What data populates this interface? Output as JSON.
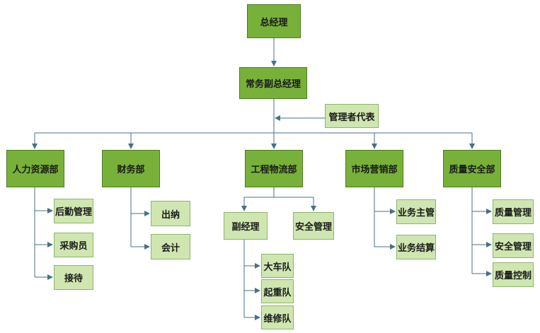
{
  "colors": {
    "dark_box": "#78b13a",
    "light_box": "#cfe6b1",
    "line": "#4a6f86"
  },
  "nodes": {
    "gm": "总经理",
    "exec_vp": "常务副总经理",
    "mgmt_rep": "管理者代表",
    "hr": "人力资源部",
    "finance": "财务部",
    "eng": "工程物流部",
    "marketing": "市场营销部",
    "quality": "质量安全部",
    "hr_logistics": "后勤管理",
    "hr_buyer": "采购员",
    "hr_reception": "接待",
    "fin_cashier": "出纳",
    "fin_accounting": "会计",
    "eng_deputy": "副经理",
    "eng_safety": "安全管理",
    "eng_truck": "大车队",
    "eng_crane": "起重队",
    "eng_repair": "维修队",
    "mkt_supervisor": "业务主管",
    "mkt_settlement": "业务结算",
    "q_quality_mgmt": "质量管理",
    "q_safety_mgmt": "安全管理",
    "q_quality_control": "质量控制"
  }
}
